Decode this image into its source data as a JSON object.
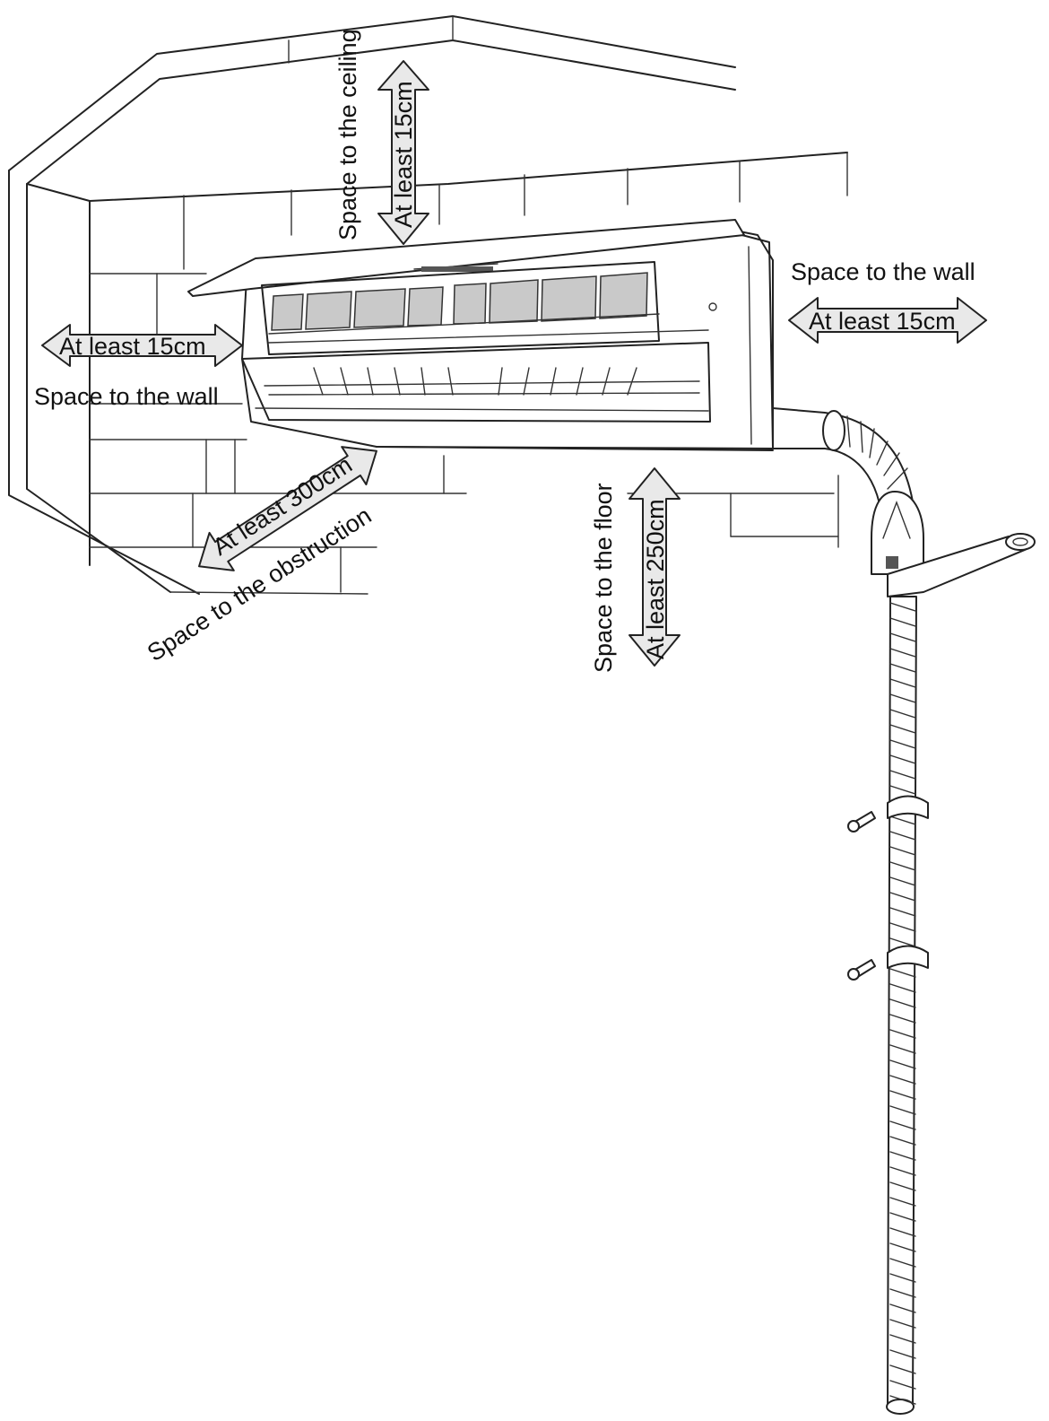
{
  "labels": {
    "ceiling_space": "Space to the ceiling",
    "ceiling_dist": "At least 15cm",
    "right_wall_space": "Space to the wall",
    "right_wall_dist": "At least 15cm",
    "left_wall_dist": "At least 15cm",
    "left_wall_space": "Space to the wall",
    "obstruction_dist": "At least 300cm",
    "obstruction_space": "Space to the obstruction",
    "floor_space": "Space to the floor",
    "floor_dist": "At least 250cm"
  },
  "colors": {
    "line": "#222222",
    "arrow_fill": "#e9e9e9",
    "filter_grey": "#c9c9c9",
    "background": "#ffffff"
  }
}
